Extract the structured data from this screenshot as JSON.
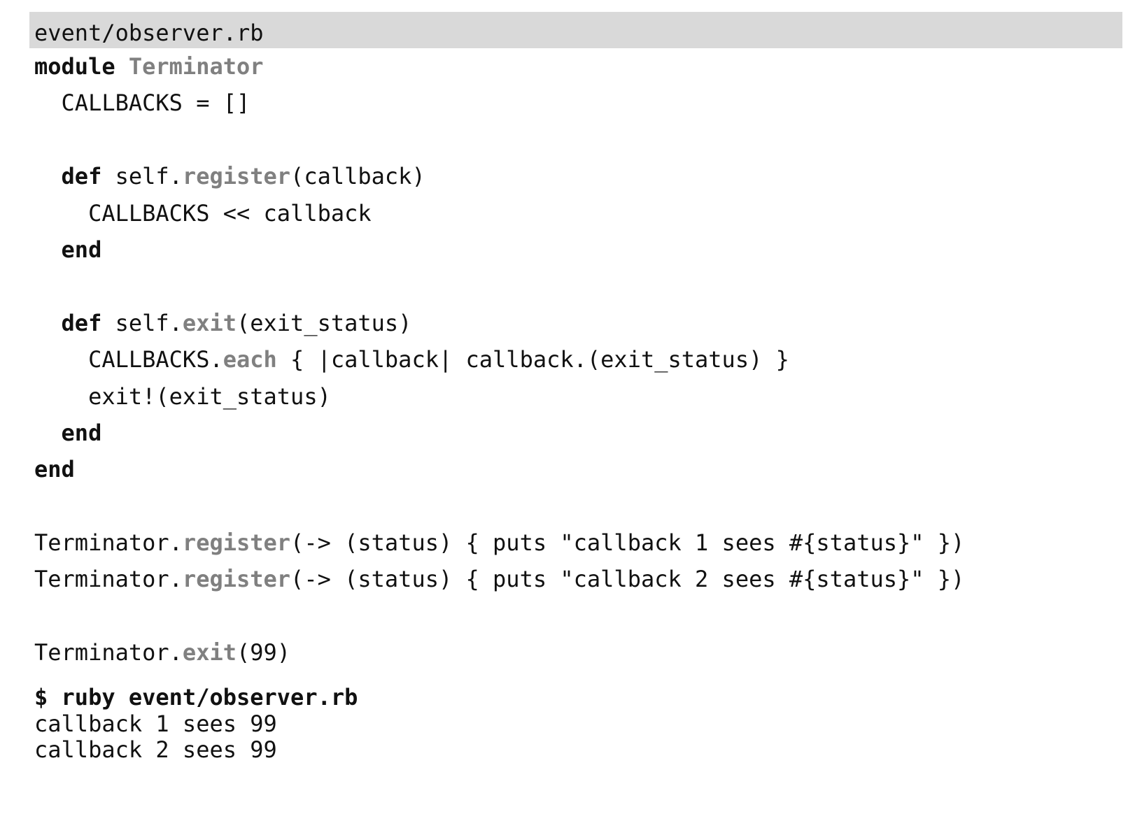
{
  "listing": {
    "filename": "event/observer.rb",
    "lines": [
      [
        {
          "t": "kw",
          "v": "module"
        },
        {
          "t": "plain",
          "v": " "
        },
        {
          "t": "fn",
          "v": "Terminator"
        }
      ],
      [
        {
          "t": "plain",
          "v": "  CALLBACKS = []"
        }
      ],
      [],
      [
        {
          "t": "plain",
          "v": "  "
        },
        {
          "t": "kw",
          "v": "def"
        },
        {
          "t": "plain",
          "v": " self."
        },
        {
          "t": "fn",
          "v": "register"
        },
        {
          "t": "plain",
          "v": "(callback)"
        }
      ],
      [
        {
          "t": "plain",
          "v": "    CALLBACKS << callback"
        }
      ],
      [
        {
          "t": "plain",
          "v": "  "
        },
        {
          "t": "kw",
          "v": "end"
        }
      ],
      [],
      [
        {
          "t": "plain",
          "v": "  "
        },
        {
          "t": "kw",
          "v": "def"
        },
        {
          "t": "plain",
          "v": " self."
        },
        {
          "t": "fn",
          "v": "exit"
        },
        {
          "t": "plain",
          "v": "(exit_status)"
        }
      ],
      [
        {
          "t": "plain",
          "v": "    CALLBACKS."
        },
        {
          "t": "fn",
          "v": "each"
        },
        {
          "t": "plain",
          "v": " { |callback| callback.(exit_status) }"
        }
      ],
      [
        {
          "t": "plain",
          "v": "    exit!(exit_status)"
        }
      ],
      [
        {
          "t": "plain",
          "v": "  "
        },
        {
          "t": "kw",
          "v": "end"
        }
      ],
      [
        {
          "t": "kw",
          "v": "end"
        }
      ],
      [],
      [
        {
          "t": "plain",
          "v": "Terminator."
        },
        {
          "t": "fn",
          "v": "register"
        },
        {
          "t": "plain",
          "v": "(-> (status) { puts \"callback 1 sees #{status}\" })"
        }
      ],
      [
        {
          "t": "plain",
          "v": "Terminator."
        },
        {
          "t": "fn",
          "v": "register"
        },
        {
          "t": "plain",
          "v": "(-> (status) { puts \"callback 2 sees #{status}\" })"
        }
      ],
      [],
      [
        {
          "t": "plain",
          "v": "Terminator."
        },
        {
          "t": "fn",
          "v": "exit"
        },
        {
          "t": "plain",
          "v": "(99)"
        }
      ]
    ]
  },
  "terminal": {
    "command": "$ ruby event/observer.rb",
    "output": [
      "callback 1 sees 99",
      "callback 2 sees 99"
    ]
  }
}
